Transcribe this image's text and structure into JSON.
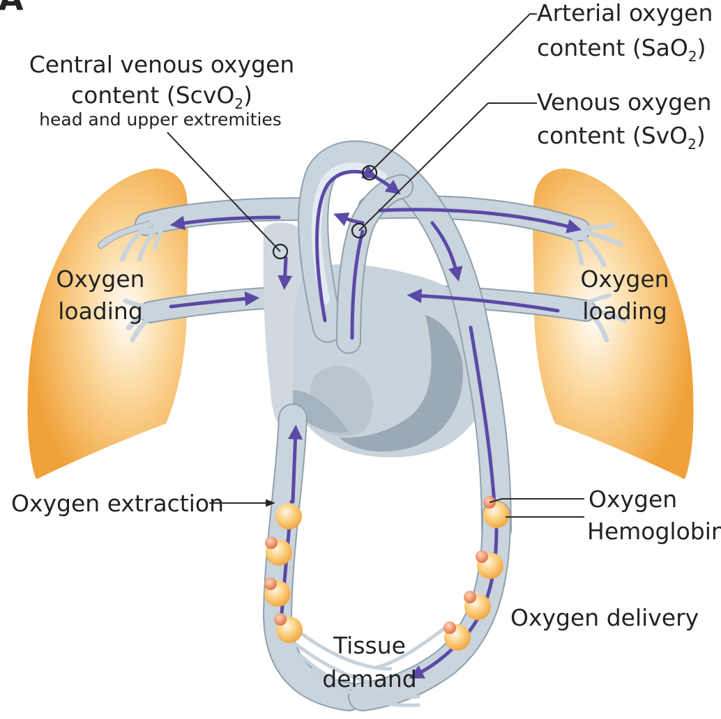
{
  "panel_letter": "A",
  "labels": {
    "arterial_line1": "Arterial oxygen",
    "arterial_line2_pre": "content (SaO",
    "arterial_sub": "2",
    "arterial_post": ")",
    "venous_line1": "Venous oxygen",
    "venous_line2_pre": "content (SvO",
    "venous_sub": "2",
    "venous_post": ")",
    "central_line1": "Central venous oxygen",
    "central_line2_pre": "content (ScvO",
    "central_sub": "2",
    "central_post": ")",
    "central_line3": "head and upper extremities",
    "oxygen_loading_left_1": "Oxygen",
    "oxygen_loading_left_2": "loading",
    "oxygen_loading_right_1": "Oxygen",
    "oxygen_loading_right_2": "loading",
    "oxygen_extraction": "Oxygen extraction",
    "oxygen": "Oxygen",
    "hemoglobin": "Hemoglobin",
    "oxygen_delivery": "Oxygen delivery",
    "tissue_demand_1": "Tissue",
    "tissue_demand_2": "demand"
  },
  "colors": {
    "lung": "#f3a43b",
    "lung_light": "#fde9c6",
    "vessel": "#c9d4dc",
    "heart": "#d0d9e0",
    "heart_dark": "#9aa9b5",
    "flow_arrow": "#5a4aa6",
    "hemoglobin": "#f5b04a",
    "oxygen_molecule": "#e8743a"
  }
}
